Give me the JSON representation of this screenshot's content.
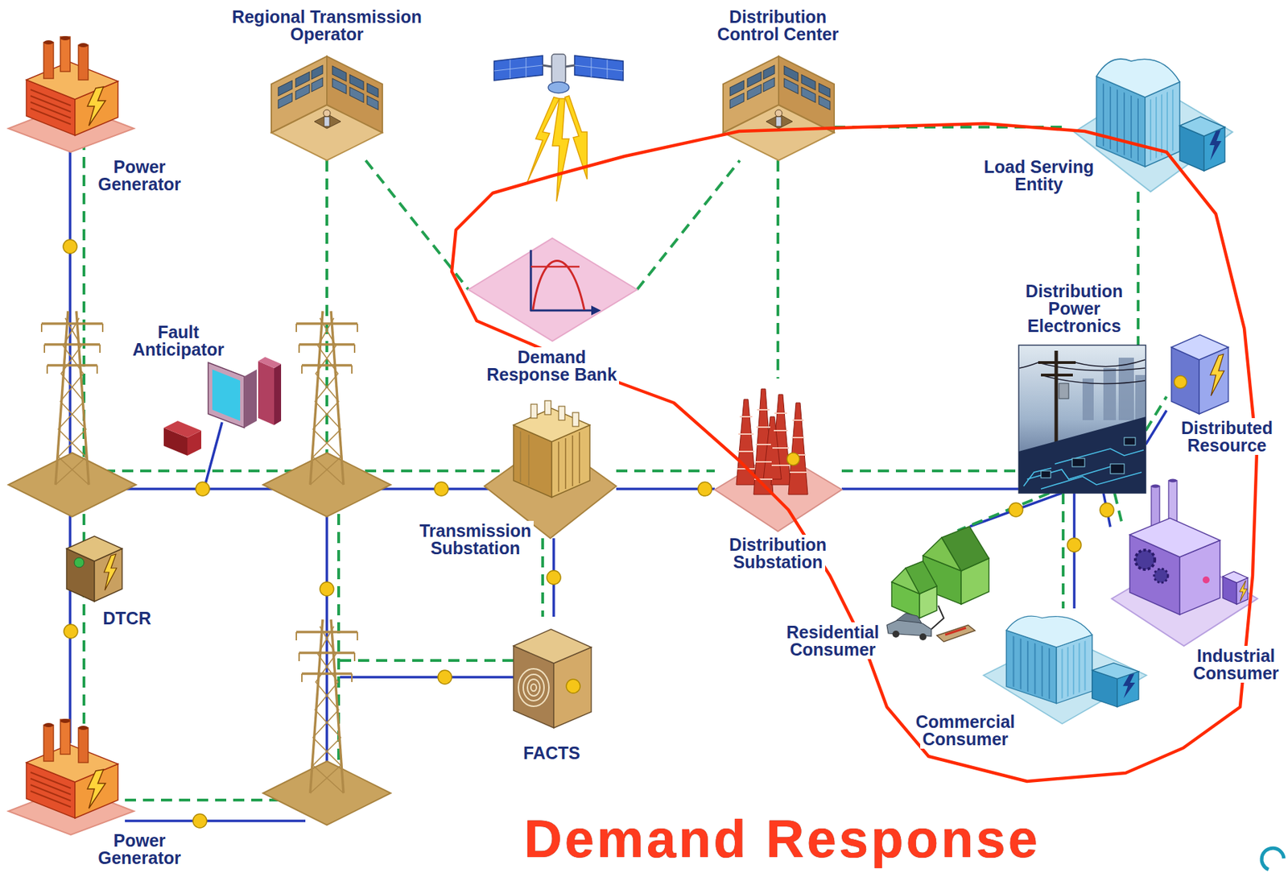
{
  "diagram": {
    "title": "Demand Response",
    "nodes": [
      {
        "text": [
          "Power Generator"
        ]
      },
      {
        "text": [
          "Regional Transmission Operator"
        ]
      },
      {
        "text": [
          "Distribution Control Center"
        ]
      },
      {
        "text": [
          "Load Serving Entity"
        ]
      },
      {
        "text": [
          "Fault Anticipator"
        ]
      },
      {
        "text": [
          "Demand Response Bank"
        ]
      },
      {
        "text": [
          "Distribution Power Electronics"
        ]
      },
      {
        "text": [
          "Distributed Resource"
        ]
      },
      {
        "text": [
          "Transmission Substation"
        ]
      },
      {
        "text": [
          "Distribution Substation"
        ]
      },
      {
        "text": [
          "DTCR"
        ]
      },
      {
        "text": [
          "Residential Consumer"
        ]
      },
      {
        "text": [
          "Industrial Consumer"
        ]
      },
      {
        "text": [
          "Commercial Consumer"
        ]
      },
      {
        "text": [
          "FACTS"
        ]
      },
      {
        "text": [
          "Power Generator"
        ]
      }
    ],
    "edges": [
      {
        "from": 1,
        "to": 5,
        "arrow": "none"
      },
      {
        "from": 5,
        "to": 2,
        "arrow": "none"
      },
      {
        "from": 2,
        "to": 3,
        "arrow": "none"
      },
      {
        "from": 2,
        "to": 9,
        "arrow": "none"
      },
      {
        "from": 3,
        "to": 6,
        "arrow": "none"
      },
      {
        "from": 8,
        "to": 9,
        "arrow": "none"
      },
      {
        "from": 8,
        "to": 14,
        "arrow": "none"
      },
      {
        "from": 9,
        "to": 6,
        "arrow": "none"
      },
      {
        "from": 6,
        "to": 7,
        "arrow": "none"
      },
      {
        "from": 6,
        "to": 11,
        "arrow": "none"
      },
      {
        "from": 6,
        "to": 13,
        "arrow": "none"
      },
      {
        "from": 6,
        "to": 12,
        "arrow": "none"
      }
    ]
  }
}
